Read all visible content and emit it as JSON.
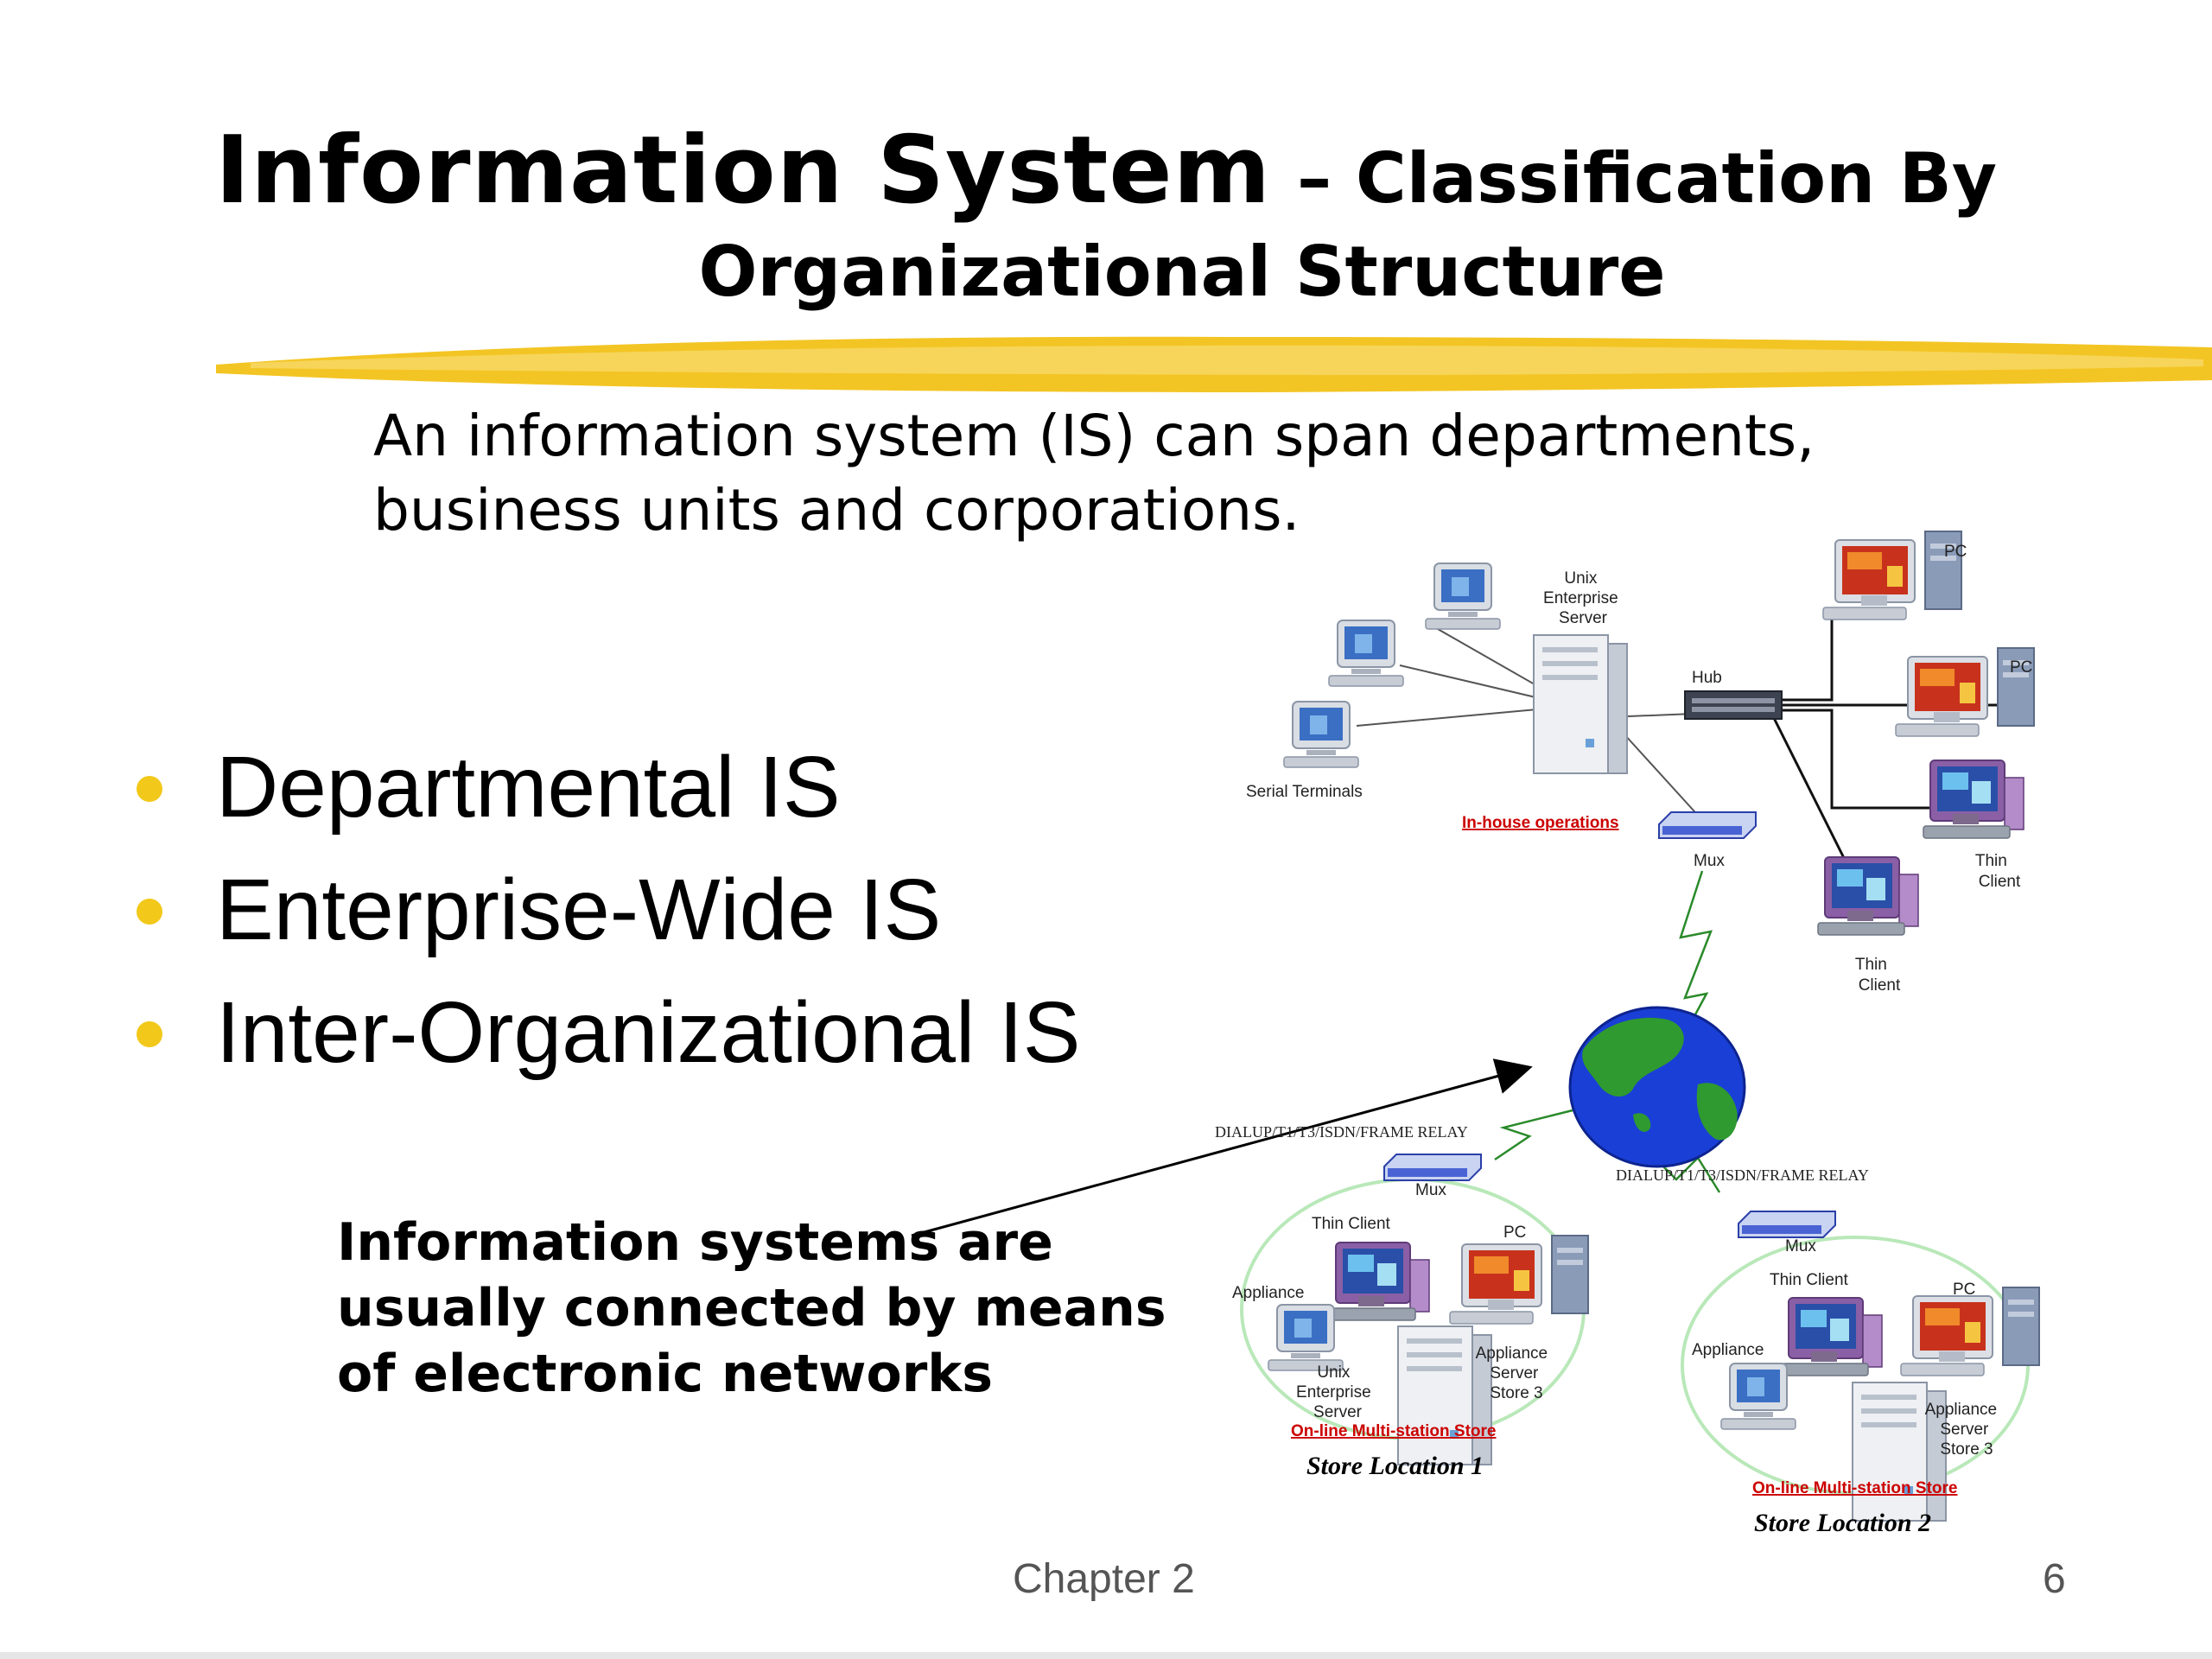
{
  "title": {
    "main": "Information System",
    "dash_part": "– Classification By",
    "sub": "Organizational Structure"
  },
  "intro": {
    "line1": "An information system (IS) can span departments,",
    "line2": "business units and corporations."
  },
  "bullets": [
    "Departmental IS",
    "Enterprise-Wide IS",
    "Inter-Organizational IS"
  ],
  "note": {
    "line1": "Information systems are",
    "line2": "usually connected by means",
    "line3": "of electronic networks"
  },
  "diagram": {
    "unix_server": [
      "Unix",
      "Enterprise",
      "Server"
    ],
    "hub": "Hub",
    "pc": "PC",
    "serial_terminals": "Serial Terminals",
    "in_house": "In-house operations",
    "mux": "Mux",
    "thin_client": [
      "Thin",
      "Client"
    ],
    "link_label": "DIALUP/T1/T3/ISDN/FRAME RELAY",
    "thin_client_one_line": "Thin Client",
    "appliance": "Appliance",
    "appliance_server_store": [
      "Appliance",
      "Server",
      "Store 3"
    ],
    "online_store": "On-line Multi-station Store",
    "store1": "Store Location 1",
    "store2": "Store Location 2"
  },
  "footer": {
    "chapter": "Chapter 2",
    "page": "6"
  },
  "colors": {
    "accent": "#f2c81a",
    "red_label": "#cc0000",
    "globe_ocean": "#1a3fd6",
    "globe_land": "#2f9a2f"
  }
}
